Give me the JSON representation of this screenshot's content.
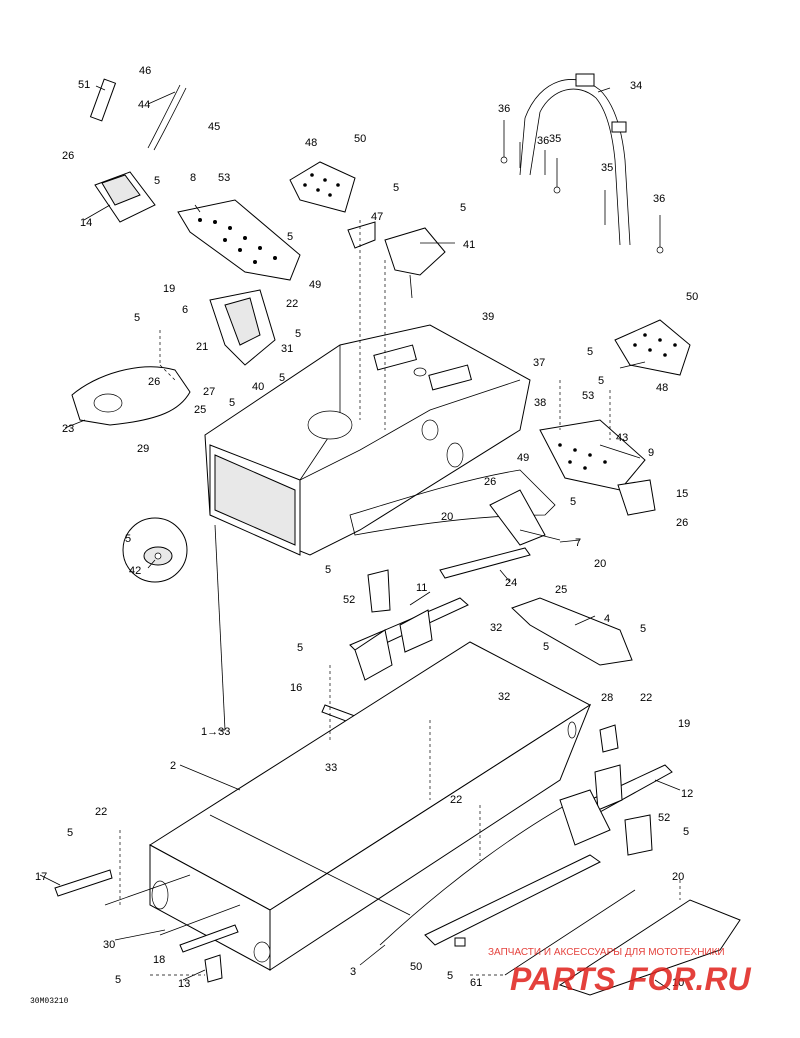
{
  "callouts": [
    "51",
    "46",
    "44",
    "45",
    "34",
    "36",
    "35",
    "36",
    "35",
    "36",
    "48",
    "50",
    "26",
    "5",
    "14",
    "8",
    "53",
    "5",
    "47",
    "5",
    "41",
    "49",
    "5",
    "19",
    "22",
    "6",
    "5",
    "39",
    "21",
    "31",
    "5",
    "26",
    "27",
    "25",
    "23",
    "40",
    "5",
    "5",
    "29",
    "50",
    "48",
    "37",
    "5",
    "5",
    "38",
    "53",
    "43",
    "49",
    "9",
    "15",
    "5",
    "26",
    "26",
    "20",
    "7",
    "20",
    "24",
    "25",
    "5",
    "42",
    "5",
    "52",
    "11",
    "4",
    "5",
    "32",
    "5",
    "5",
    "32",
    "16",
    "1→33",
    "28",
    "22",
    "33",
    "19",
    "2",
    "12",
    "22",
    "22",
    "5",
    "52",
    "5",
    "17",
    "30",
    "18",
    "20",
    "50",
    "5",
    "3",
    "61",
    "13",
    "5",
    "10"
  ],
  "drawing_code": "30M03210",
  "watermark": {
    "line1": "ЗАПЧАСТИ И АКСЕССУАРЫ ДЛЯ МОТОТЕХНИКИ",
    "line2a": "PARTS",
    "line2b": "FOR.RU",
    "color": "#e0211b"
  }
}
